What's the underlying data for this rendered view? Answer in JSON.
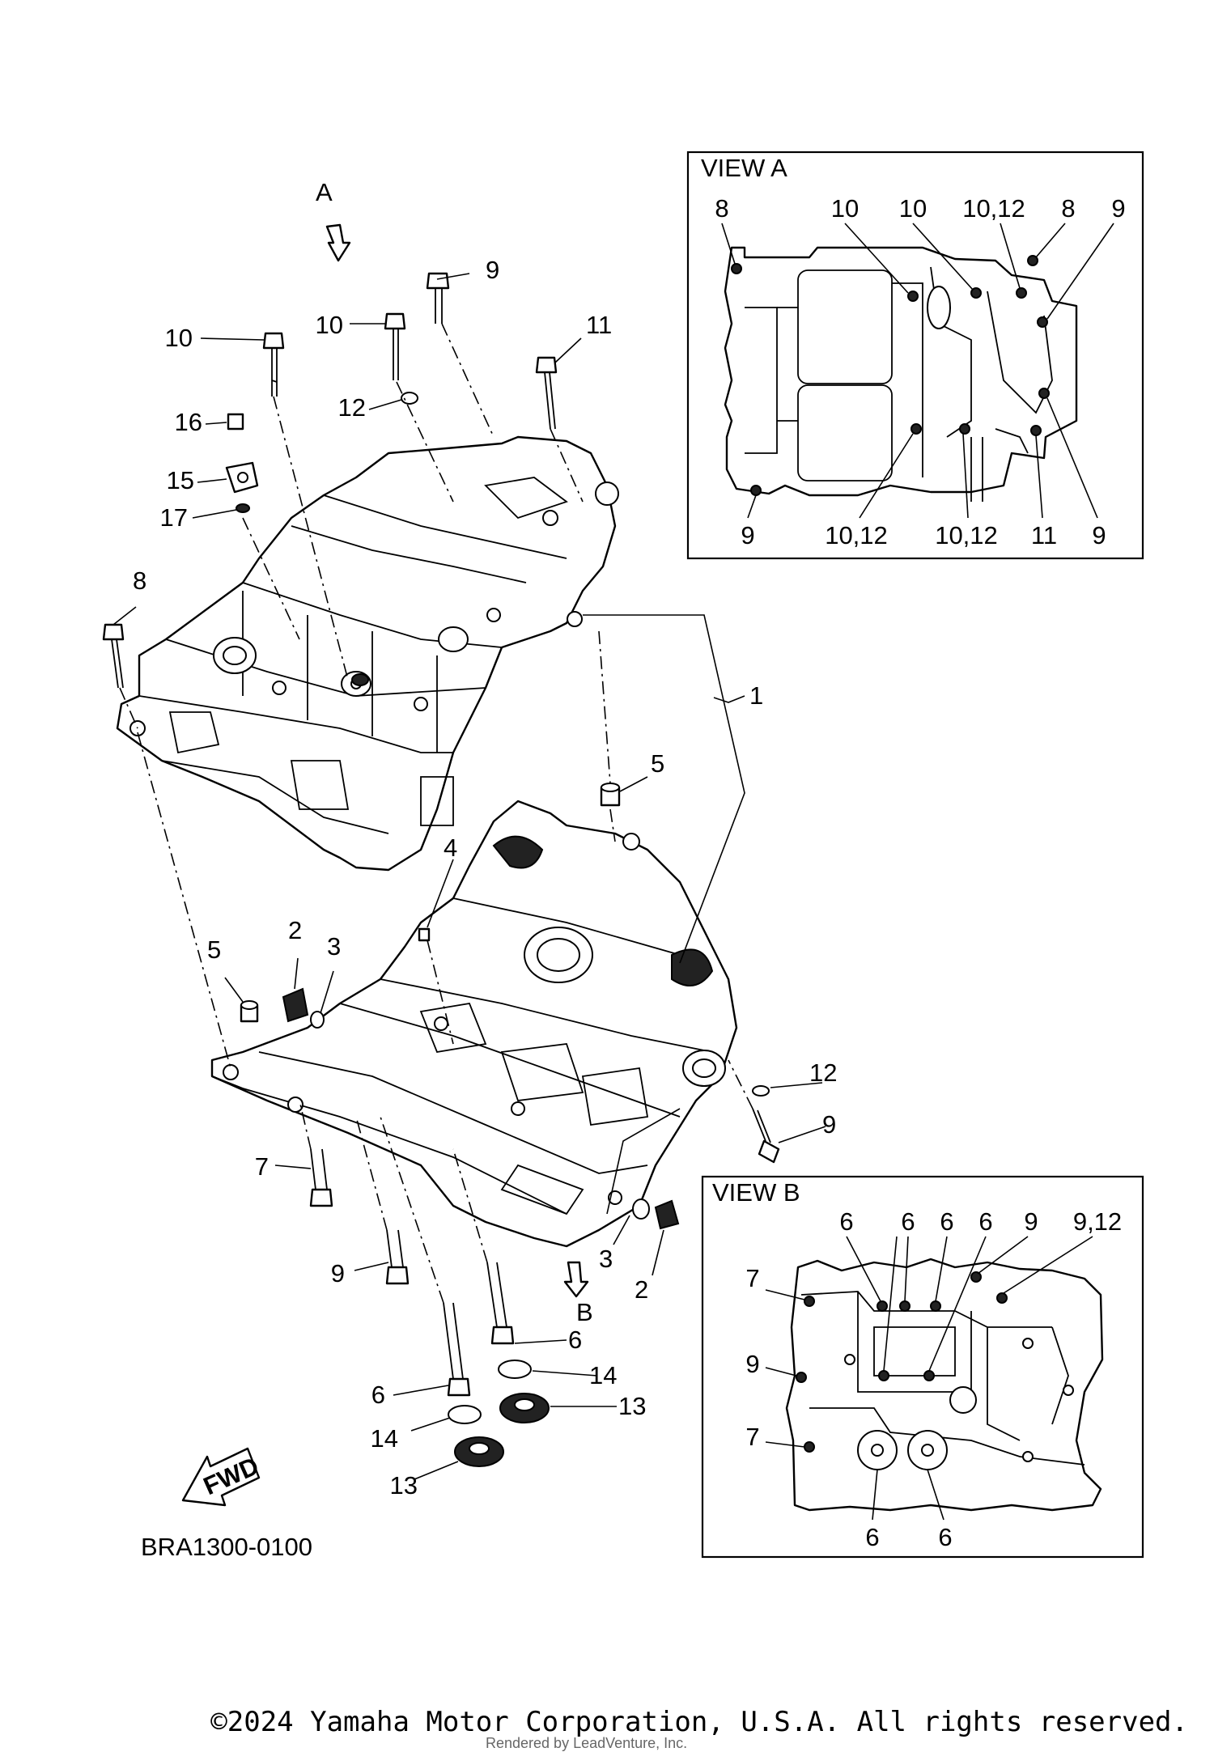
{
  "diagram": {
    "callouts": {
      "c_a": "A",
      "c_b": "B",
      "c_1": "1",
      "c_2a": "2",
      "c_2b": "2",
      "c_3a": "3",
      "c_3b": "3",
      "c_4": "4",
      "c_5a": "5",
      "c_5b": "5",
      "c_6a": "6",
      "c_6b": "6",
      "c_7": "7",
      "c_8": "8",
      "c_9a": "9",
      "c_9b": "9",
      "c_9c": "9",
      "c_10a": "10",
      "c_10b": "10",
      "c_11": "11",
      "c_12a": "12",
      "c_12b": "12",
      "c_13a": "13",
      "c_13b": "13",
      "c_14a": "14",
      "c_14b": "14",
      "c_15": "15",
      "c_16": "16",
      "c_17": "17",
      "fwd": "FWD",
      "code": "BRA1300-0100"
    },
    "view_a": {
      "title": "VIEW A",
      "top_labels": [
        "8",
        "10",
        "10",
        "10,12",
        "8",
        "9"
      ],
      "bottom_labels": [
        "9",
        "10,12",
        "10,12",
        "11",
        "9"
      ]
    },
    "view_b": {
      "title": "VIEW B",
      "top_labels": [
        "6",
        "6",
        "6",
        "6",
        "9",
        "9,12"
      ],
      "left_labels": [
        "7",
        "9",
        "7"
      ],
      "bottom_labels": [
        "6",
        "6"
      ]
    }
  },
  "footer": {
    "copyright": "©2024 Yamaha Motor Corporation, U.S.A. All rights reserved.",
    "watermark": "Rendered by LeadVenture, Inc."
  }
}
